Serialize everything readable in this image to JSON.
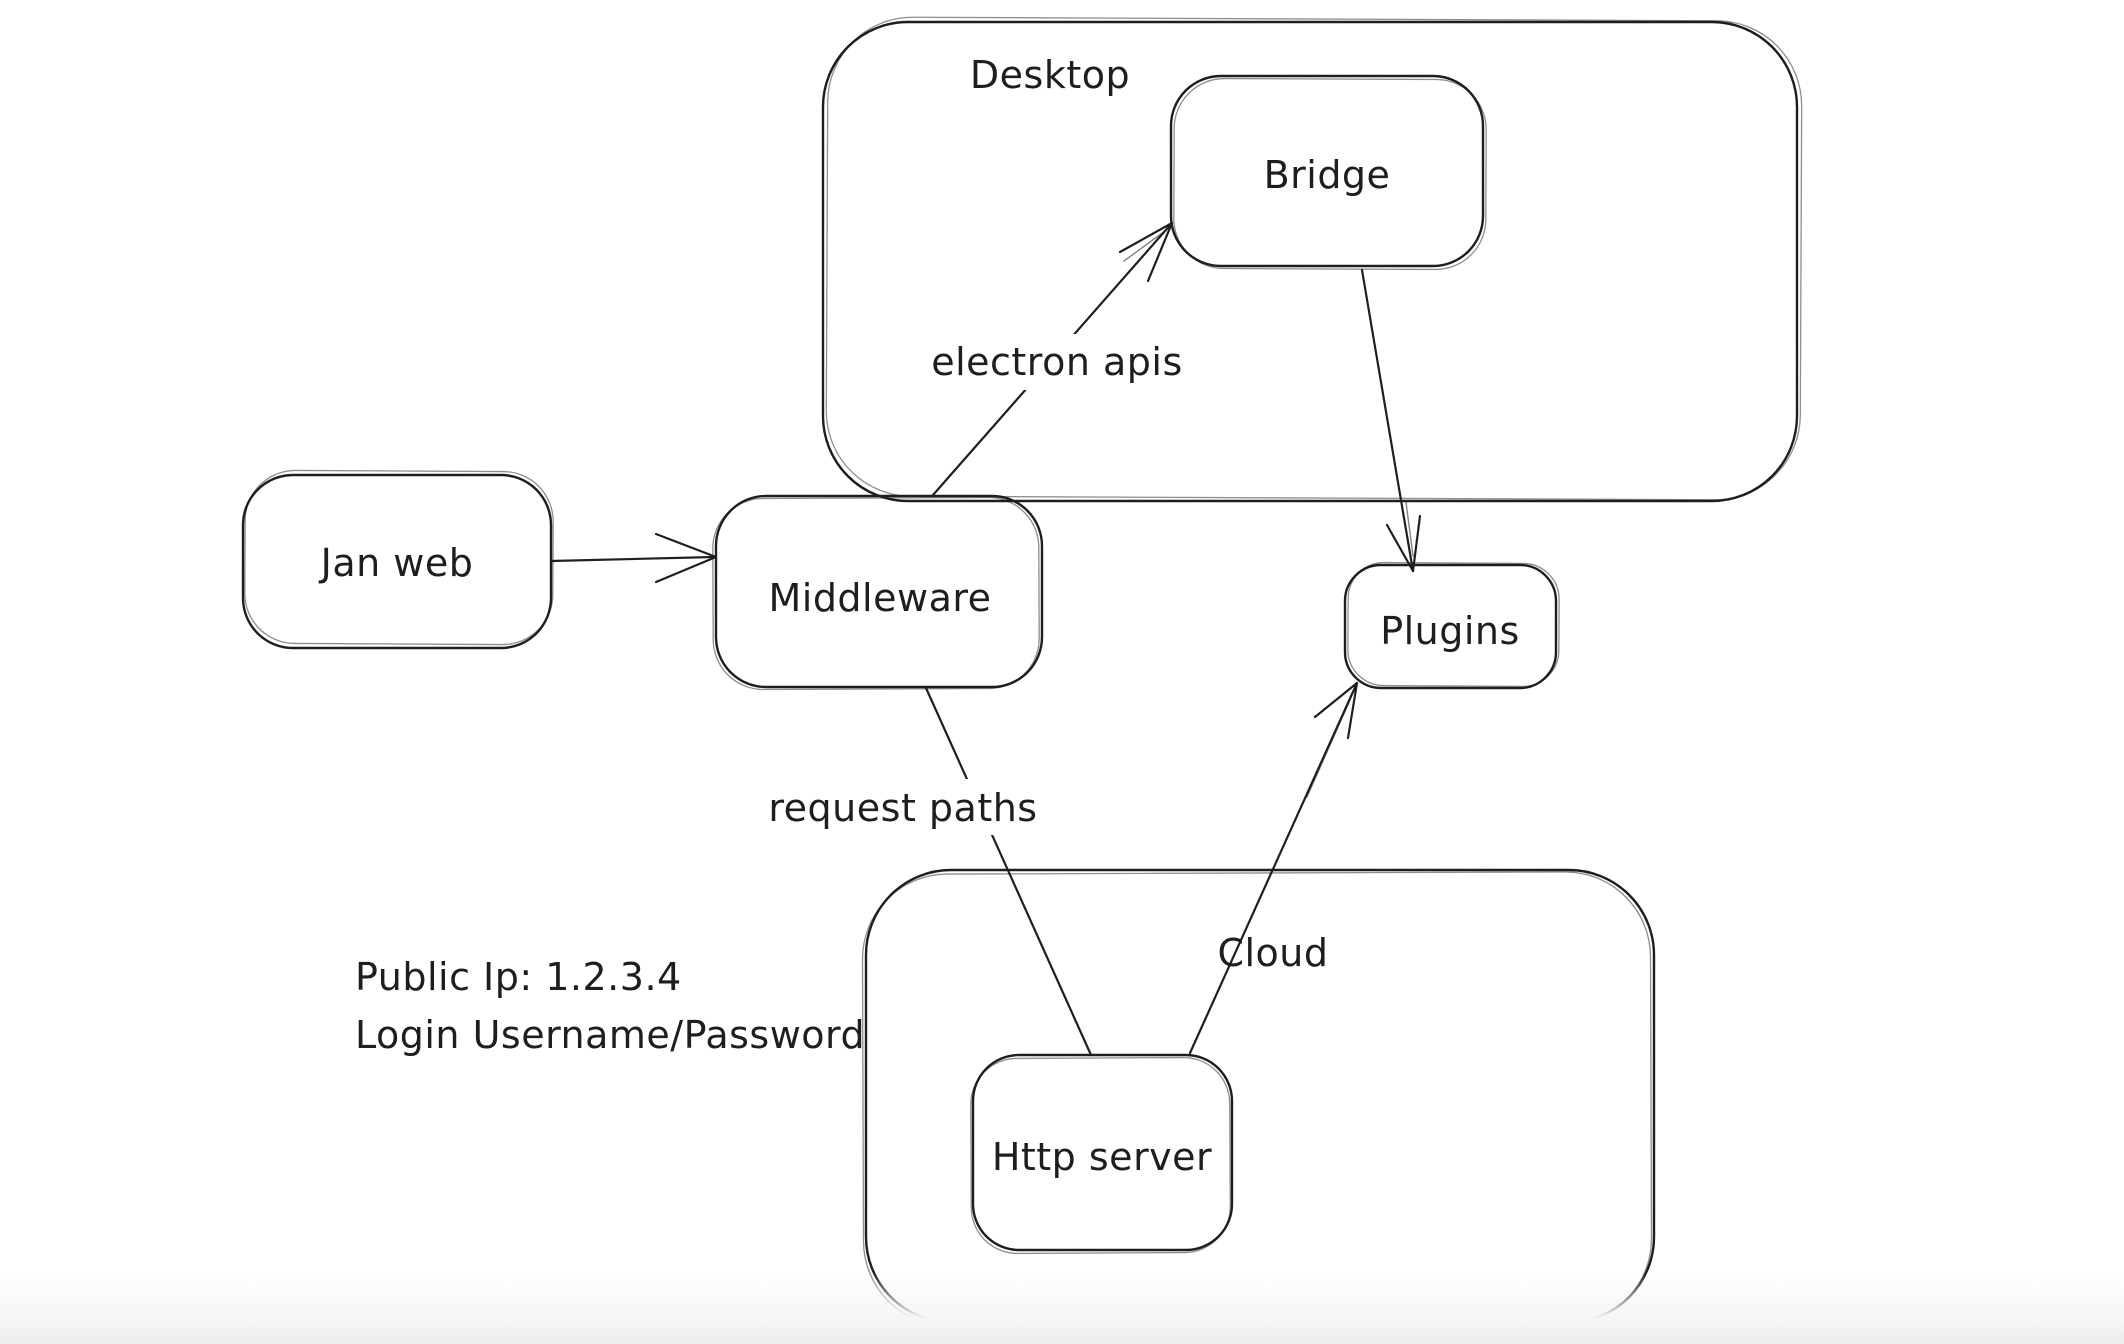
{
  "style": {
    "background": "#ffffff",
    "stroke_color": "#1e1e1e",
    "text_color": "#1e1e1e",
    "bottom_bar_color": "#ededf0"
  },
  "containers": [
    {
      "id": "desktop",
      "label": "Desktop"
    },
    {
      "id": "cloud",
      "label": "Cloud"
    }
  ],
  "nodes": [
    {
      "id": "jan-web",
      "label": "Jan web"
    },
    {
      "id": "middleware",
      "label": "Middleware"
    },
    {
      "id": "bridge",
      "label": "Bridge"
    },
    {
      "id": "plugins",
      "label": "Plugins"
    },
    {
      "id": "http-server",
      "label": "Http server"
    }
  ],
  "edges": [
    {
      "from": "jan-web",
      "to": "middleware",
      "label": "",
      "arrowhead": "open"
    },
    {
      "from": "middleware",
      "to": "bridge",
      "label": "electron apis",
      "arrowhead": "open"
    },
    {
      "from": "bridge",
      "to": "plugins",
      "label": "",
      "arrowhead": "open"
    },
    {
      "from": "middleware",
      "to": "http-server",
      "label": "request paths",
      "arrowhead": "none"
    },
    {
      "from": "http-server",
      "to": "plugins",
      "label": "",
      "arrowhead": "open"
    }
  ],
  "annotation": {
    "line1": "Public Ip: 1.2.3.4",
    "line2": "Login Username/Password"
  }
}
